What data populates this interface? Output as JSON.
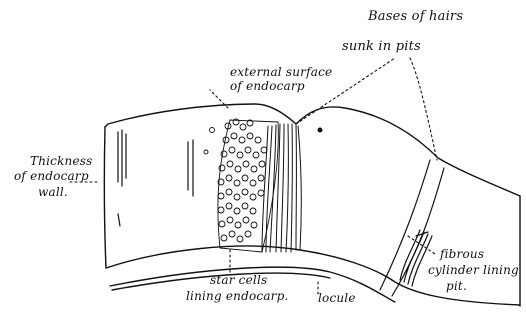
{
  "labels": {
    "bases_of_hairs": "Bases of hairs",
    "sunk_in_pits": "sunk in pits",
    "external_surface_1": "external surface",
    "external_surface_2": "of endocarp",
    "thickness_1": "Thickness",
    "thickness_2": "of endocarp",
    "thickness_3": "wall.",
    "fibrous_1": "fibrous",
    "fibrous_2": "cylinder lining",
    "fibrous_3": "pit.",
    "star_cells_1": "star cells",
    "star_cells_2": "lining endocarp.",
    "locule": "locule"
  }
}
